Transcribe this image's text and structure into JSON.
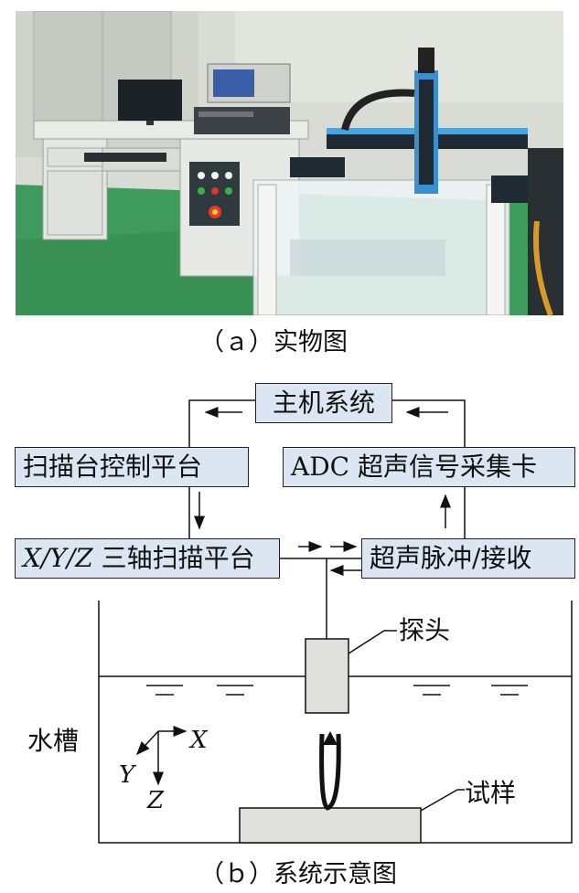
{
  "caption_a": "（ａ）实物图",
  "caption_b": "（ｂ）系统示意图",
  "boxes": {
    "host": "主机系统",
    "control": "扫描台控制平台",
    "adc": "ADC 超声信号采集卡",
    "xyz_prefix": "X/Y/Z",
    "xyz_suffix": " 三轴扫描平台",
    "pulse": "超声脉冲/接收"
  },
  "labels": {
    "probe": "探头",
    "tank": "水槽",
    "sample": "试样"
  },
  "axes": {
    "x": "X",
    "y": "Y",
    "z": "Z"
  },
  "colors": {
    "box_fill": "#dce6f2",
    "line": "#111111"
  }
}
